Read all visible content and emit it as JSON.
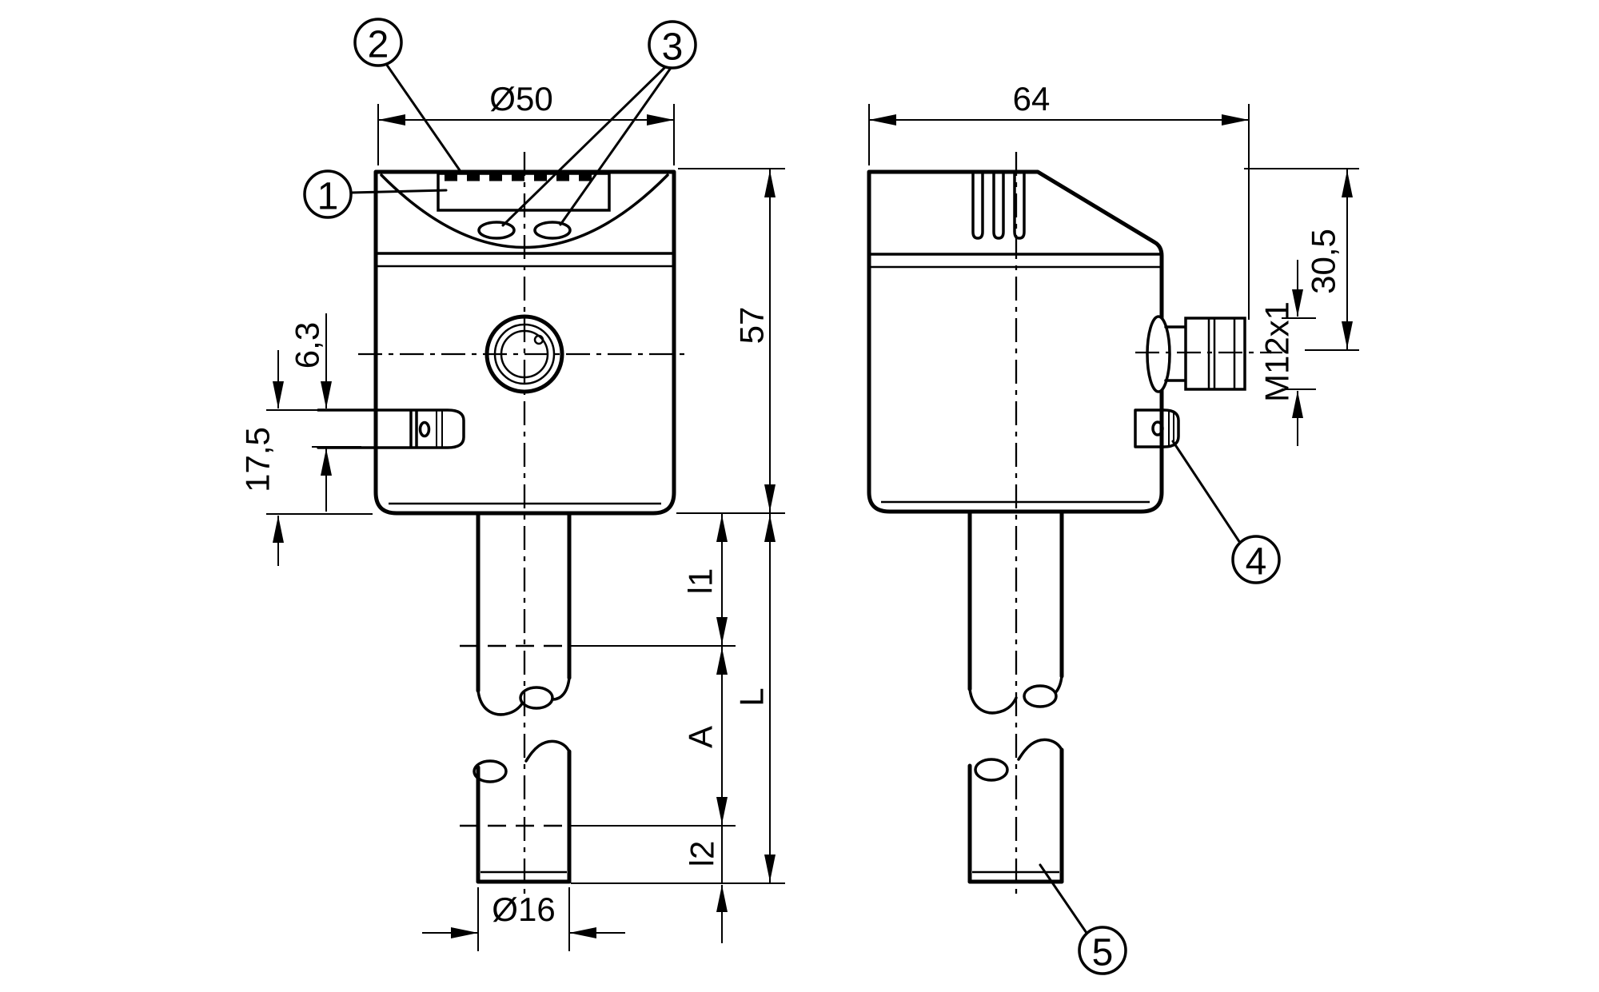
{
  "front_view": {
    "head_diameter": "Ø50",
    "body_height": "57",
    "clip_offset": "6,3",
    "clip_to_bottom": "17,5",
    "probe_length_1": "l1",
    "total_length": "L",
    "adjust_range": "A",
    "probe_length_2": "l2",
    "probe_diameter": "Ø16"
  },
  "side_view": {
    "body_depth": "64",
    "connector_axis_offset": "30,5",
    "connector_thread": "M12x1"
  },
  "callouts": {
    "c1": "1",
    "c2": "2",
    "c3": "3",
    "c4": "4",
    "c5": "5"
  },
  "colors": {
    "line": "#000000",
    "background": "#ffffff"
  }
}
